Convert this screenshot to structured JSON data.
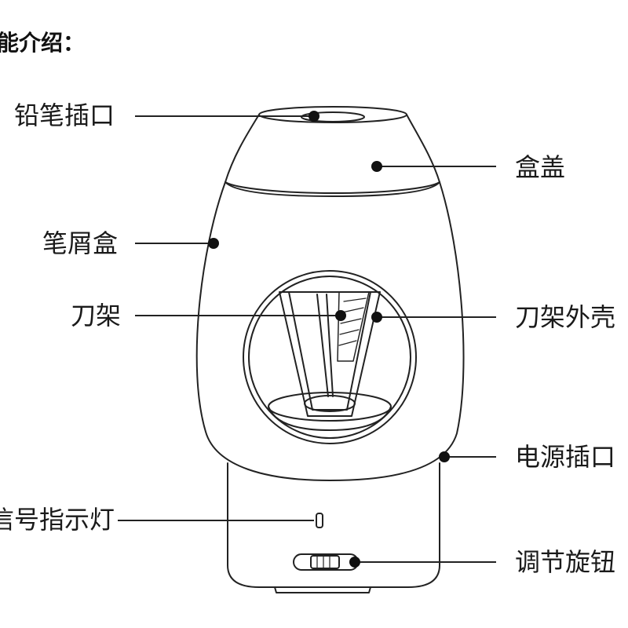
{
  "heading": "能介绍：",
  "labels": {
    "pencil_slot": "铅笔插口",
    "lid": "盒盖",
    "shavings_box": "笔屑盒",
    "blade_holder": "刀架",
    "blade_housing": "刀架外壳",
    "power_port": "电源插口",
    "indicator_light": "信号指示灯",
    "adjust_knob": "调节旋钮"
  },
  "colors": {
    "stroke": "#222222",
    "background": "#ffffff"
  }
}
